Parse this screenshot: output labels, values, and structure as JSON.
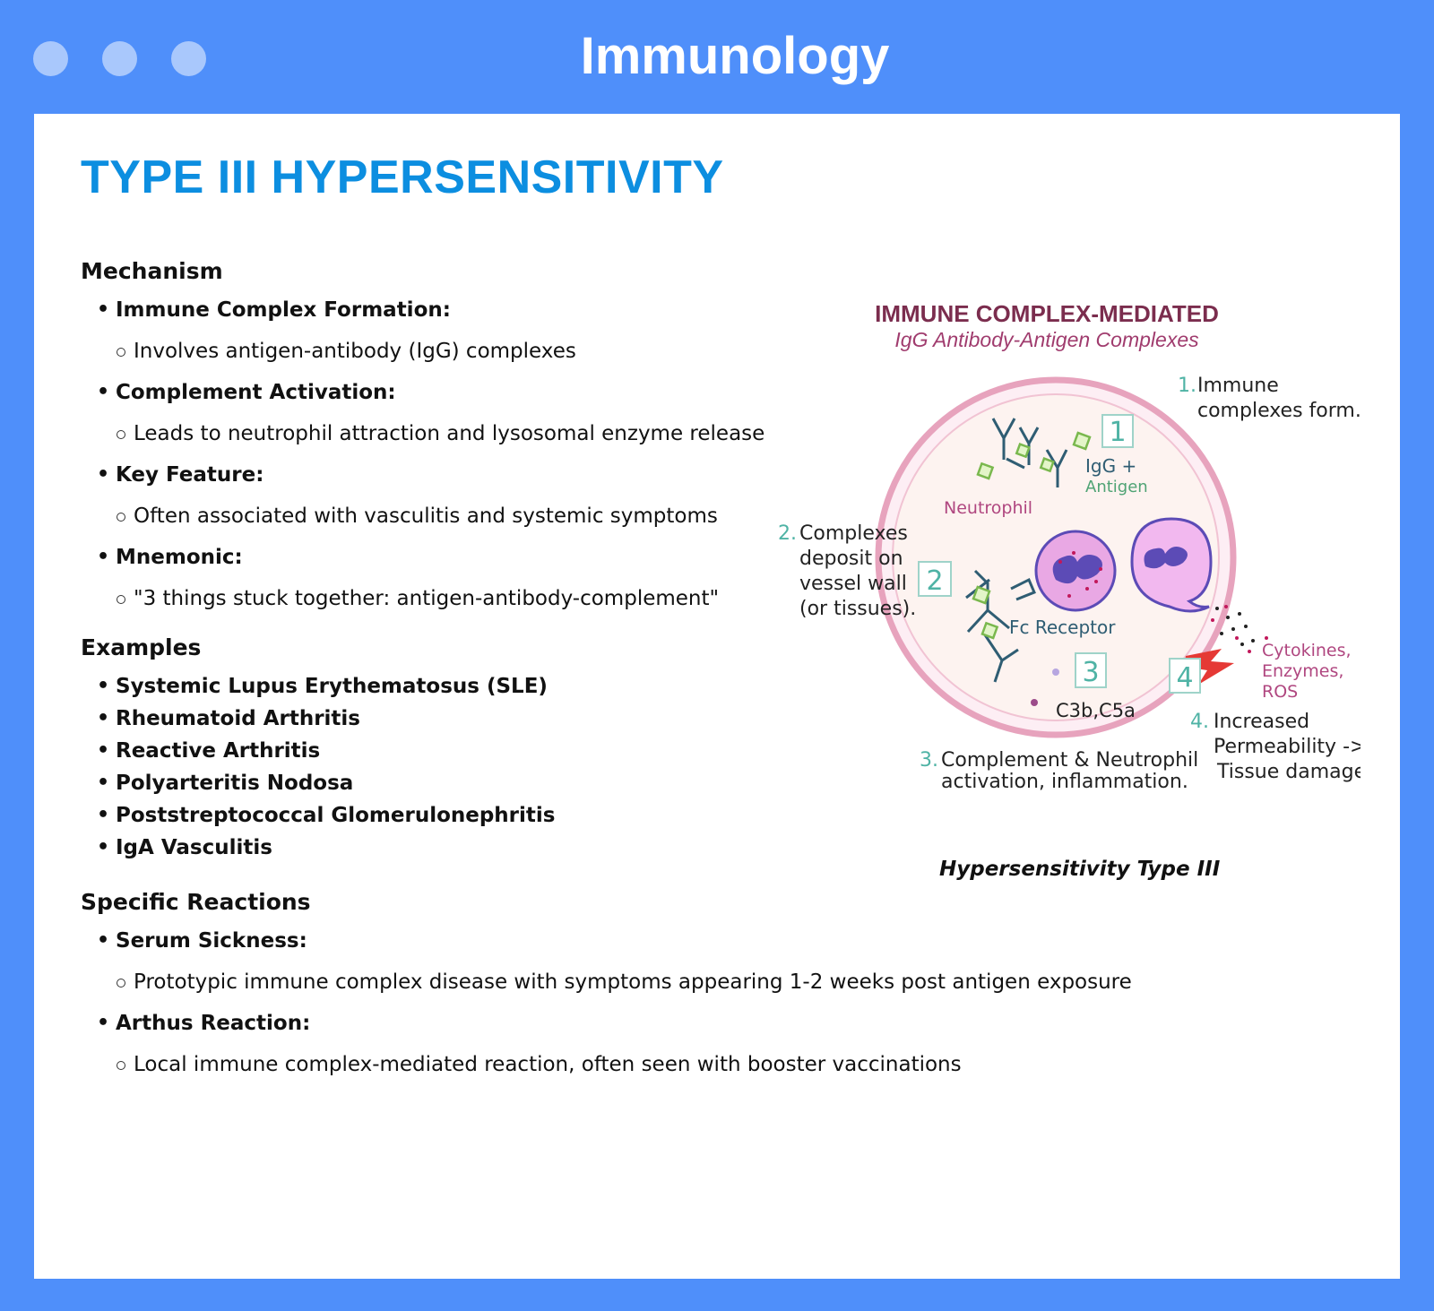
{
  "window": {
    "title": "Immunology"
  },
  "page": {
    "title": "TYPE III HYPERSENSITIVITY"
  },
  "mechanism": {
    "heading": "Mechanism",
    "items": [
      {
        "label": "Immune Complex Formation:",
        "detail": "Involves antigen-antibody (IgG) complexes"
      },
      {
        "label": "Complement Activation:",
        "detail": "Leads to neutrophil attraction and lysosomal enzyme release"
      },
      {
        "label": "Key Feature:",
        "detail": "Often associated with vasculitis and systemic symptoms"
      },
      {
        "label": "Mnemonic:",
        "detail": "\"3 things stuck together: antigen-antibody-complement\""
      }
    ]
  },
  "examples": {
    "heading": "Examples",
    "items": [
      "Systemic Lupus Erythematosus (SLE)",
      "Rheumatoid Arthritis",
      "Reactive Arthritis",
      "Polyarteritis Nodosa",
      "Poststreptococcal Glomerulonephritis",
      "IgA Vasculitis"
    ]
  },
  "reactions": {
    "heading": "Specific Reactions",
    "items": [
      {
        "label": "Serum Sickness:",
        "detail": "Prototypic immune complex disease with symptoms appearing 1-2 weeks post antigen exposure"
      },
      {
        "label": "Arthus Reaction:",
        "detail": "Local immune complex-mediated reaction, often seen with booster vaccinations"
      }
    ]
  },
  "figure": {
    "title": "IMMUNE COMPLEX-MEDIATED",
    "subtitle": "IgG Antibody-Antigen Complexes",
    "step1_num": "1.",
    "step1_a": "Immune",
    "step1_b": "complexes form.",
    "step2_num": "2.",
    "step2_a": "Complexes",
    "step2_b": "deposit on",
    "step2_c": "vessel wall",
    "step2_d": "(or tissues).",
    "step3_num": "3.",
    "step3_a": "Complement & Neutrophil",
    "step3_b": "activation, inflammation.",
    "step4_num": "4.",
    "step4_a": "Increased",
    "step4_b": "Permeability ->",
    "step4_c": "Tissue damage.",
    "label_igg": "IgG +",
    "label_antigen": "Antigen",
    "label_neutrophil": "Neutrophil",
    "label_fc": "Fc Receptor",
    "label_c3b": "C3b,C5a",
    "label_cyt_a": "Cytokines,",
    "label_cyt_b": "Enzymes,",
    "label_cyt_c": "ROS",
    "box1": "1",
    "box2": "2",
    "box3": "3",
    "box4": "4",
    "caption": "Hypersensitivity Type III",
    "colors": {
      "title": "#7b2d4e",
      "teal": "#4fb3a5",
      "magenta": "#b04780",
      "ring": "#e7a3bd",
      "cell": "#e9a8e4",
      "nucleus": "#5c4bb6"
    }
  }
}
